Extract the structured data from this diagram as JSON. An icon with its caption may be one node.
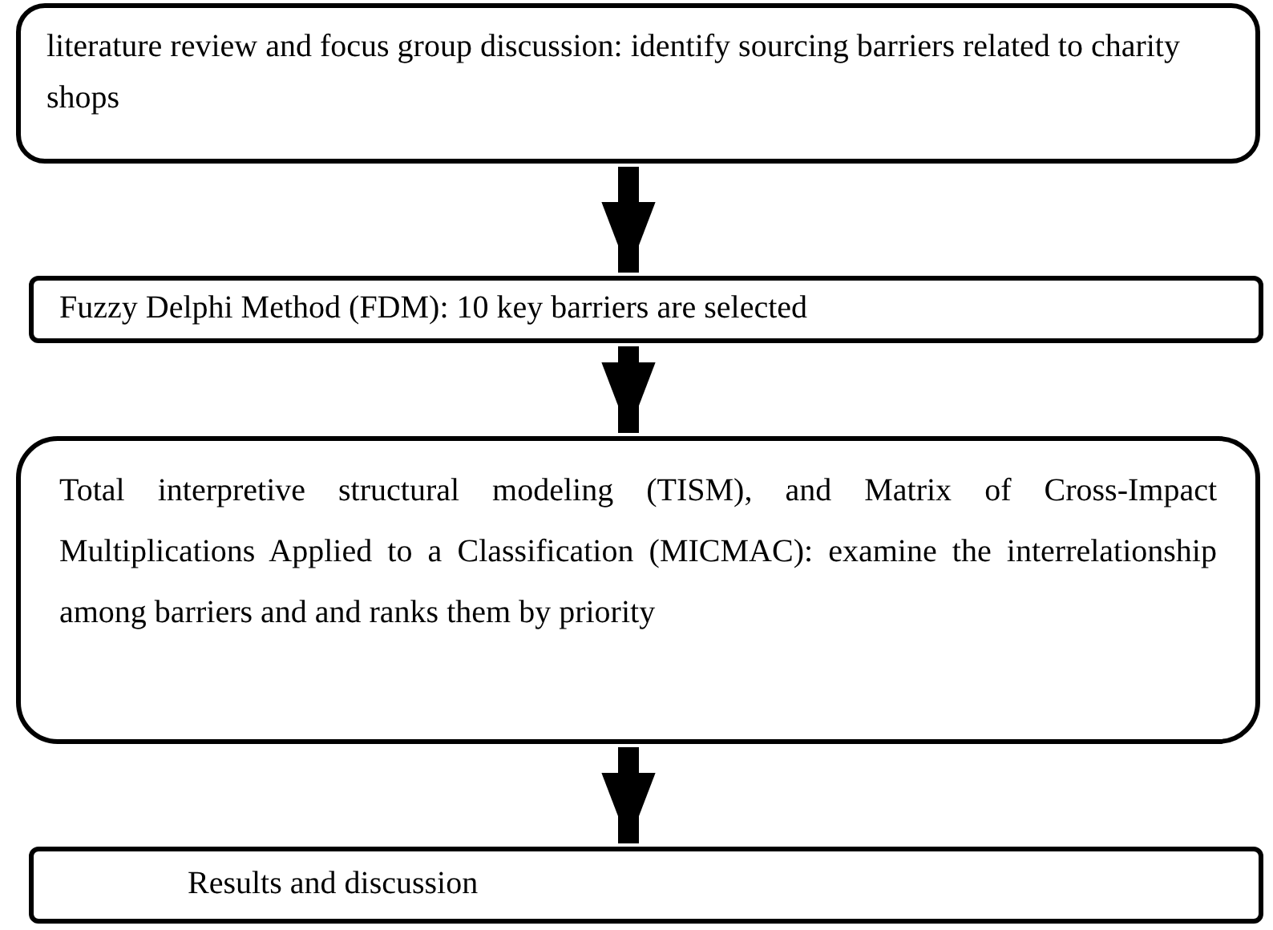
{
  "diagram": {
    "nodes": [
      {
        "text": [
          "literature review and focus group discussion: identify sourcing barriers related to charity shops"
        ]
      },
      {
        "text": [
          "Fuzzy Delphi Method (FDM): 10 key barriers are selected"
        ]
      },
      {
        "text": [
          "Total interpretive structural modeling (TISM), and Matrix of Cross-Impact Multiplications Applied to a Classification (MICMAC): examine the interrelationship among barriers and and ranks them by priority"
        ]
      },
      {
        "text": [
          "Results and discussion"
        ]
      }
    ],
    "edges": [
      {
        "from": 0,
        "to": 1,
        "arrow": "to"
      },
      {
        "from": 1,
        "to": 2,
        "arrow": "to"
      },
      {
        "from": 2,
        "to": 3,
        "arrow": "to"
      }
    ]
  }
}
